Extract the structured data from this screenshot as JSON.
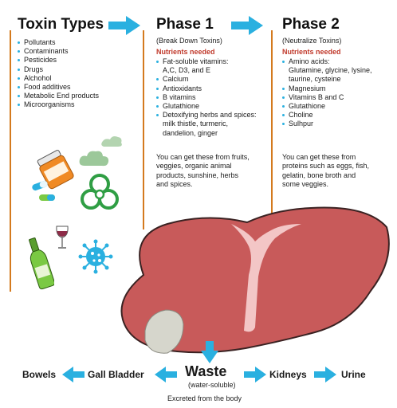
{
  "columns": {
    "toxin_types": {
      "title": "Toxin Types",
      "items": [
        "Pollutants",
        "Contaminants",
        "Pesticides",
        "Drugs",
        "Alchohol",
        "Food additives",
        "Metabolic End products",
        "Microorganisms"
      ]
    },
    "phase1": {
      "title": "Phase 1",
      "subtitle": "(Break Down Toxins)",
      "nutrients_heading": "Nutrients needed",
      "items": [
        "Fat-soluble vitamins:\nA,C, D3, and E",
        "Calcium",
        "Antioxidants",
        "B vitamins",
        "Glutathione",
        "Detoxifying herbs and spices:\nmilk thistle, turmeric,\ndandelion, ginger"
      ],
      "note": "You can get these from fruits,\nveggies, organic animal\nproducts, sunshine, herbs\nand spices."
    },
    "phase2": {
      "title": "Phase 2",
      "subtitle": "(Neutralize Toxins)",
      "nutrients_heading": "Nutrients needed",
      "items": [
        "Amino acids:\nGlutamine, glycine, lysine,\ntaurine, cysteine",
        "Magnesium",
        "Vitamins B and C",
        "Glutathione",
        "Choline",
        "Sulhpur"
      ],
      "note": "You can get these from\nproteins such as eggs, fish,\ngelatin, bone broth and\nsome veggies."
    }
  },
  "flow": {
    "waste": "Waste",
    "waste_sub": "(water-soluble)",
    "excreted": "Excreted from the body",
    "bowels": "Bowels",
    "gall_bladder": "Gall Bladder",
    "kidneys": "Kidneys",
    "urine": "Urine"
  },
  "colors": {
    "arrow": "#2ab0e0",
    "divider": "#d47a1e",
    "liver": "#c85a5a",
    "liver_outline": "#3a2222",
    "ligament": "#f3c6c6",
    "gallbladder": "#d6d6cc",
    "nutrients_heading": "#c0392b"
  },
  "icons": [
    "pill-bottle-icon",
    "capsule-icon",
    "cloud-icon",
    "biohazard-icon",
    "wine-glass-icon",
    "bottle-icon",
    "virus-icon",
    "smoke-icon"
  ]
}
